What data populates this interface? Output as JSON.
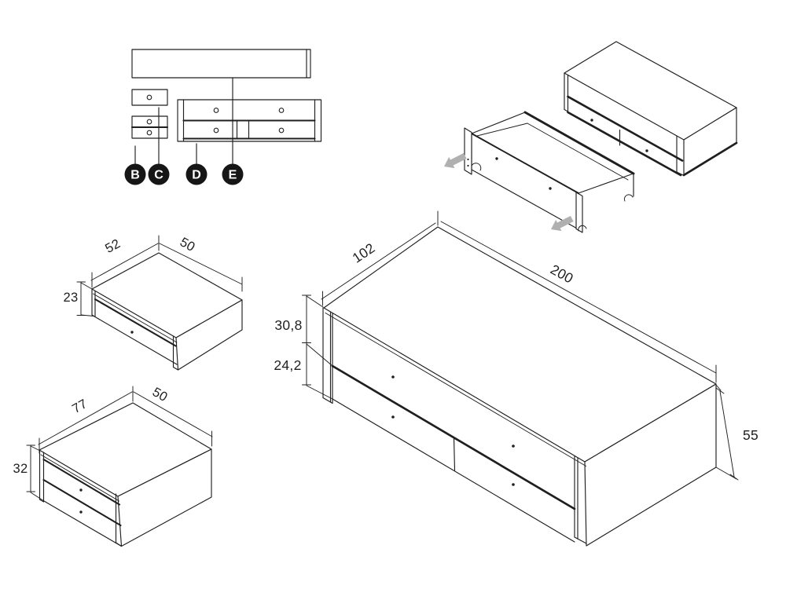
{
  "figure": {
    "title": "bed-with-drawers-dimension-diagram",
    "part_labels": {
      "b": "B",
      "c": "C",
      "d": "D",
      "e": "E"
    },
    "bed": {
      "depth_cm": "102",
      "length_cm": "200",
      "rail_height_cm": "30,8",
      "drawer_height_cm": "24,2",
      "total_height_cm": "55"
    },
    "small_drawer_box": {
      "width_cm": "52",
      "depth_cm": "50",
      "height_cm": "23"
    },
    "large_drawer_box": {
      "width_cm": "77",
      "depth_cm": "50",
      "height_cm": "32"
    },
    "colors": {
      "line": "#1f1f1f",
      "arrow": "#b0b0b0"
    }
  }
}
